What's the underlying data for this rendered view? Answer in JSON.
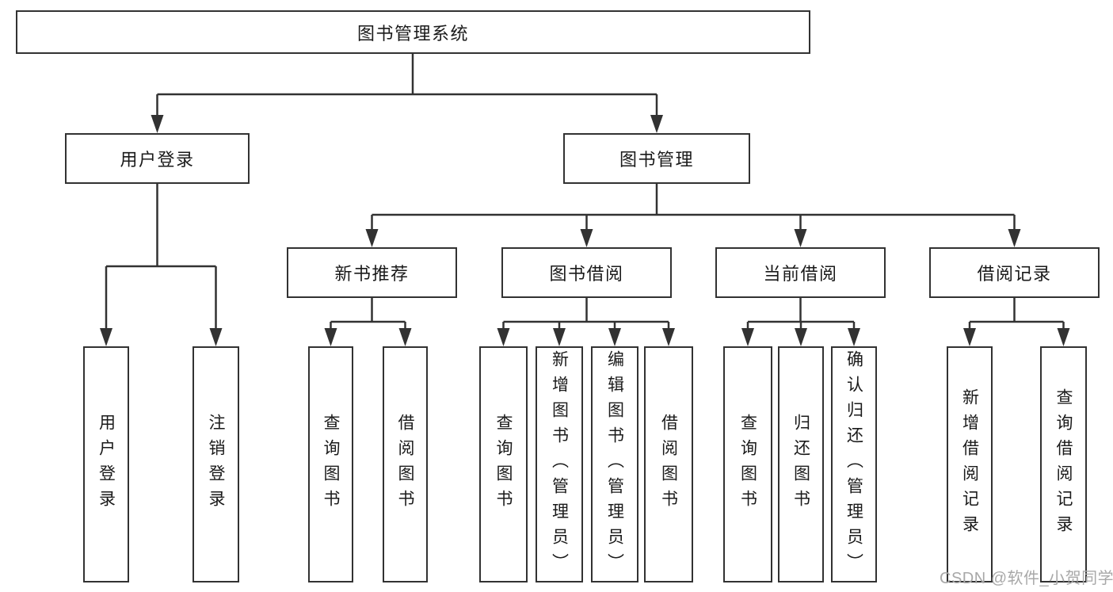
{
  "tree": {
    "root": {
      "label": "图书管理系统",
      "children": [
        {
          "label": "用户登录",
          "children": [
            {
              "label": "用户登录"
            },
            {
              "label": "注销登录"
            }
          ]
        },
        {
          "label": "图书管理",
          "children": [
            {
              "label": "新书推荐",
              "children": [
                {
                  "label": "查询图书"
                },
                {
                  "label": "借阅图书"
                }
              ]
            },
            {
              "label": "图书借阅",
              "children": [
                {
                  "label": "查询图书"
                },
                {
                  "label": "新增图书（管理员）"
                },
                {
                  "label": "编辑图书（管理员）"
                },
                {
                  "label": "借阅图书"
                }
              ]
            },
            {
              "label": "当前借阅",
              "children": [
                {
                  "label": "查询图书"
                },
                {
                  "label": "归还图书"
                },
                {
                  "label": "确认归还（管理员）"
                }
              ]
            },
            {
              "label": "借阅记录",
              "children": [
                {
                  "label": "新增借阅记录"
                },
                {
                  "label": "查询借阅记录"
                }
              ]
            }
          ]
        }
      ]
    }
  },
  "watermark": {
    "text": "CSDN @软件_小贺同学"
  },
  "colors": {
    "line": "#323232",
    "box_border": "#323232",
    "text": "#1a1a1a",
    "watermark": "#a8a8a8",
    "background": "#ffffff"
  }
}
